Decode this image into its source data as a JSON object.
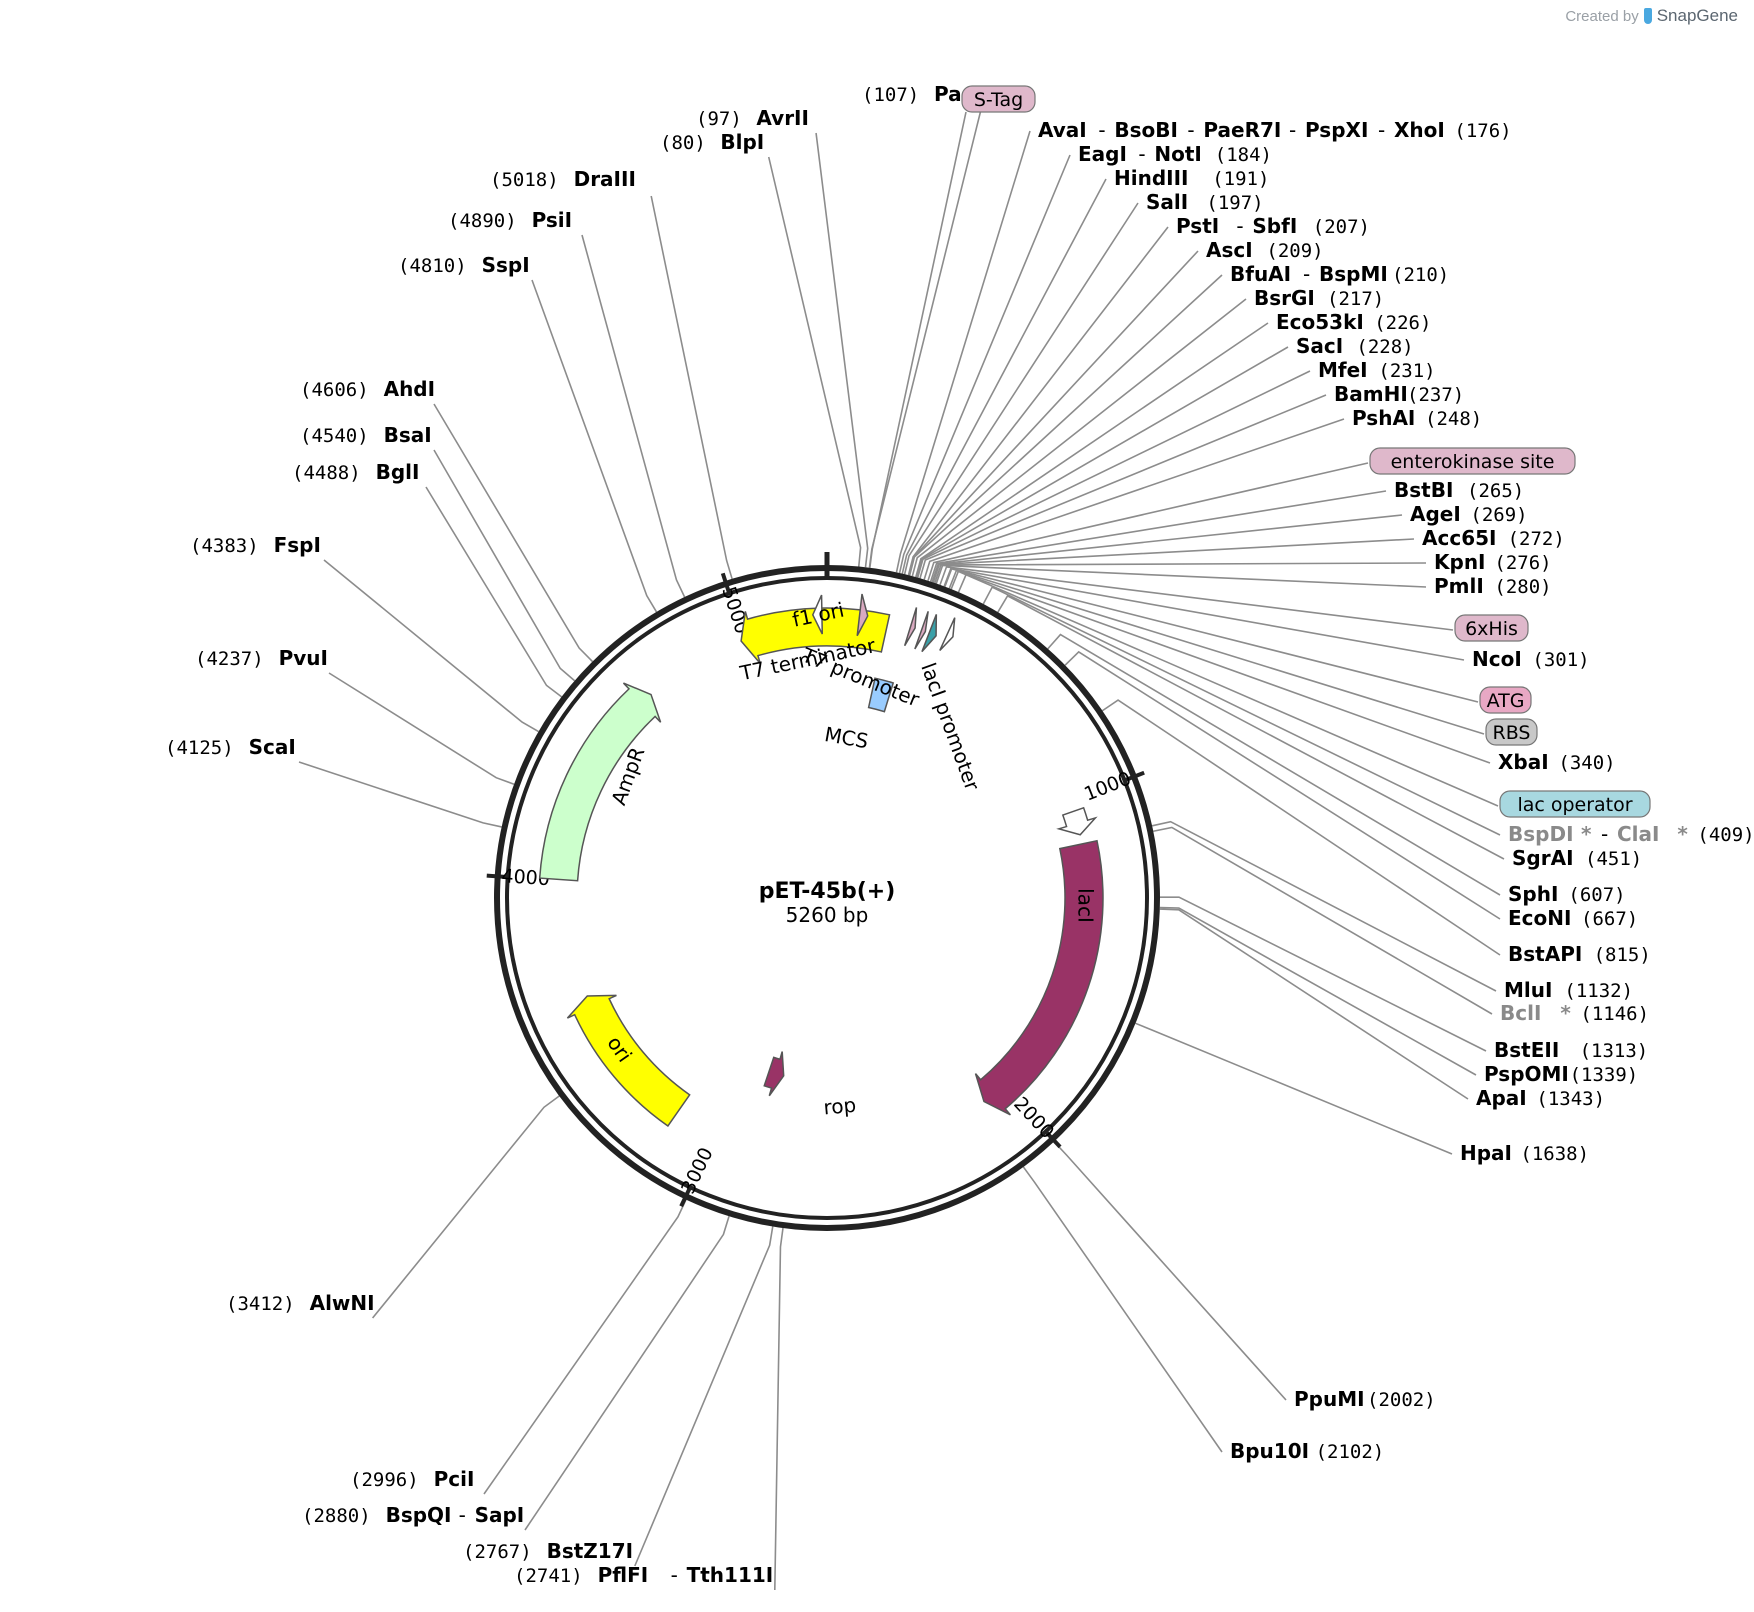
{
  "credit": {
    "prefix": "Created by",
    "brand": "SnapGene",
    "brand_icon": "snapgene-logo-icon"
  },
  "plasmid": {
    "name": "pET-45b(+)",
    "length_label": "5260 bp",
    "length_bp": 5260
  },
  "ticks": [
    "1000",
    "2000",
    "3000",
    "4000",
    "5000"
  ],
  "features": [
    {
      "name": "f1 ori",
      "start": 4990,
      "end": 5442,
      "strand": "rev",
      "color": "#ffff00"
    },
    {
      "name": "AmpR",
      "start": 4003,
      "end": 4663,
      "strand": "fwd",
      "color": "#ccffcc"
    },
    {
      "name": "ori",
      "start": 3140,
      "end": 3620,
      "strand": "fwd",
      "color": "#ffff00"
    },
    {
      "name": "rop",
      "start": 2830,
      "end": 2900,
      "strand": "rev",
      "color": "#993366"
    },
    {
      "name": "lacI",
      "start": 1140,
      "end": 2080,
      "strand": "fwd",
      "color": "#993366"
    },
    {
      "name": "lacI promoter",
      "start": 1032,
      "end": 1110,
      "strand": "fwd",
      "color": "#ffffff"
    },
    {
      "name": "T7 terminator",
      "start": 5218,
      "end": 5245,
      "strand": "rev",
      "color": "#ffffff"
    },
    {
      "name": "T7 promoter",
      "start": 358,
      "end": 376,
      "strand": "fwd",
      "color": "#ffffff"
    },
    {
      "name": "MCS",
      "start": 180,
      "end": 250,
      "strand": "none",
      "color": "#99ccff"
    },
    {
      "name": "S-Tag",
      "start": 96,
      "end": 120,
      "strand": "fwd",
      "color": "#d9a9c0"
    },
    {
      "name": "enterokinase site",
      "start": 250,
      "end": 264,
      "strand": "fwd",
      "color": "#d9a9c0"
    },
    {
      "name": "6xHis",
      "start": 284,
      "end": 296,
      "strand": "fwd",
      "color": "#d9a9c0"
    },
    {
      "name": "lac operator",
      "start": 308,
      "end": 330,
      "strand": "fwd",
      "color": "#3aa0a8"
    }
  ],
  "feature_labels": [
    {
      "name": "f1 ori",
      "text": "f1 ori"
    },
    {
      "name": "T7 terminator",
      "text": "T7 terminator"
    },
    {
      "name": "T7 promoter",
      "text": "T7 promoter"
    },
    {
      "name": "MCS",
      "text": "MCS"
    },
    {
      "name": "lacI promoter",
      "text": "lacI promoter"
    },
    {
      "name": "lacI",
      "text": "lacI"
    },
    {
      "name": "AmpR",
      "text": "AmpR"
    },
    {
      "name": "ori",
      "text": "ori"
    },
    {
      "name": "rop",
      "text": "rop"
    }
  ],
  "pill_labels": [
    {
      "text": "S-Tag",
      "color": "#dfb8cb",
      "pos": 108
    },
    {
      "text": "enterokinase site",
      "color": "#dfb8cb",
      "pos": 258
    },
    {
      "text": "6xHis",
      "color": "#dfb8cb",
      "pos": 290
    },
    {
      "text": "ATG",
      "color": "#e8a8c4",
      "pos": 303
    },
    {
      "text": "RBS",
      "color": "#c8c8c8",
      "pos": 315
    },
    {
      "text": "lac operator",
      "color": "#a8d8e0",
      "pos": 320
    }
  ],
  "sites": [
    {
      "parts": [
        {
          "t": "num",
          "v": "(107)"
        },
        {
          "t": "name",
          "v": "PacI"
        }
      ],
      "pos": 107
    },
    {
      "parts": [
        {
          "t": "num",
          "v": "(97)"
        },
        {
          "t": "name",
          "v": "AvrII"
        }
      ],
      "pos": 97
    },
    {
      "parts": [
        {
          "t": "num",
          "v": "(80)"
        },
        {
          "t": "name",
          "v": "BlpI"
        }
      ],
      "pos": 80
    },
    {
      "parts": [
        {
          "t": "num",
          "v": "(5018)"
        },
        {
          "t": "name",
          "v": "DraIII"
        }
      ],
      "pos": 5018
    },
    {
      "parts": [
        {
          "t": "num",
          "v": "(4890)"
        },
        {
          "t": "name",
          "v": "PsiI"
        }
      ],
      "pos": 4890
    },
    {
      "parts": [
        {
          "t": "num",
          "v": "(4810)"
        },
        {
          "t": "name",
          "v": "SspI"
        }
      ],
      "pos": 4810
    },
    {
      "parts": [
        {
          "t": "num",
          "v": "(4606)"
        },
        {
          "t": "name",
          "v": "AhdI"
        }
      ],
      "pos": 4606
    },
    {
      "parts": [
        {
          "t": "num",
          "v": "(4540)"
        },
        {
          "t": "name",
          "v": "BsaI"
        }
      ],
      "pos": 4540
    },
    {
      "parts": [
        {
          "t": "num",
          "v": "(4488)"
        },
        {
          "t": "name",
          "v": "BglI"
        }
      ],
      "pos": 4488
    },
    {
      "parts": [
        {
          "t": "num",
          "v": "(4383)"
        },
        {
          "t": "name",
          "v": "FspI"
        }
      ],
      "pos": 4383
    },
    {
      "parts": [
        {
          "t": "num",
          "v": "(4237)"
        },
        {
          "t": "name",
          "v": "PvuI"
        }
      ],
      "pos": 4237
    },
    {
      "parts": [
        {
          "t": "num",
          "v": "(4125)"
        },
        {
          "t": "name",
          "v": "ScaI"
        }
      ],
      "pos": 4125
    },
    {
      "parts": [
        {
          "t": "num",
          "v": "(3412)"
        },
        {
          "t": "name",
          "v": "AlwNI"
        }
      ],
      "pos": 3412
    },
    {
      "parts": [
        {
          "t": "num",
          "v": "(2996)"
        },
        {
          "t": "name",
          "v": "PciI"
        }
      ],
      "pos": 2996
    },
    {
      "parts": [
        {
          "t": "num",
          "v": "(2880)"
        },
        {
          "t": "name",
          "v": "BspQI"
        },
        {
          "t": "dash",
          "v": "-"
        },
        {
          "t": "name",
          "v": "SapI"
        }
      ],
      "pos": 2880
    },
    {
      "parts": [
        {
          "t": "num",
          "v": "(2767)"
        },
        {
          "t": "name",
          "v": "BstZ17I"
        }
      ],
      "pos": 2767
    },
    {
      "parts": [
        {
          "t": "num",
          "v": "(2741)"
        },
        {
          "t": "name",
          "v": "PflFI"
        },
        {
          "t": "dash",
          "v": "-"
        },
        {
          "t": "name",
          "v": "Tth111I"
        }
      ],
      "pos": 2741
    },
    {
      "parts": [
        {
          "t": "name",
          "v": "AvaI"
        },
        {
          "t": "dash",
          "v": "-"
        },
        {
          "t": "name",
          "v": "BsoBI"
        },
        {
          "t": "dash",
          "v": "-"
        },
        {
          "t": "name",
          "v": "PaeR7I"
        },
        {
          "t": "dash",
          "v": "-"
        },
        {
          "t": "name",
          "v": "PspXI"
        },
        {
          "t": "dash",
          "v": "-"
        },
        {
          "t": "name",
          "v": "XhoI"
        },
        {
          "t": "num",
          "v": "(176)"
        }
      ],
      "pos": 176
    },
    {
      "parts": [
        {
          "t": "name",
          "v": "EagI"
        },
        {
          "t": "dash",
          "v": "-"
        },
        {
          "t": "name",
          "v": "NotI"
        },
        {
          "t": "num",
          "v": "(184)"
        }
      ],
      "pos": 184
    },
    {
      "parts": [
        {
          "t": "name",
          "v": "HindIII"
        },
        {
          "t": "num",
          "v": "(191)"
        }
      ],
      "pos": 191
    },
    {
      "parts": [
        {
          "t": "name",
          "v": "SalI"
        },
        {
          "t": "num",
          "v": "(197)"
        }
      ],
      "pos": 197
    },
    {
      "parts": [
        {
          "t": "name",
          "v": "PstI"
        },
        {
          "t": "dash",
          "v": "-"
        },
        {
          "t": "name",
          "v": "SbfI"
        },
        {
          "t": "num",
          "v": "(207)"
        }
      ],
      "pos": 207
    },
    {
      "parts": [
        {
          "t": "name",
          "v": "AscI"
        },
        {
          "t": "num",
          "v": "(209)"
        }
      ],
      "pos": 209
    },
    {
      "parts": [
        {
          "t": "name",
          "v": "BfuAI"
        },
        {
          "t": "dash",
          "v": "-"
        },
        {
          "t": "name",
          "v": "BspMI"
        },
        {
          "t": "num",
          "v": "(210)"
        }
      ],
      "pos": 210
    },
    {
      "parts": [
        {
          "t": "name",
          "v": "BsrGI"
        },
        {
          "t": "num",
          "v": "(217)"
        }
      ],
      "pos": 217
    },
    {
      "parts": [
        {
          "t": "name",
          "v": "Eco53kI"
        },
        {
          "t": "num",
          "v": "(226)"
        }
      ],
      "pos": 226
    },
    {
      "parts": [
        {
          "t": "name",
          "v": "SacI"
        },
        {
          "t": "num",
          "v": "(228)"
        }
      ],
      "pos": 228
    },
    {
      "parts": [
        {
          "t": "name",
          "v": "MfeI"
        },
        {
          "t": "num",
          "v": "(231)"
        }
      ],
      "pos": 231
    },
    {
      "parts": [
        {
          "t": "name",
          "v": "BamHI"
        },
        {
          "t": "num",
          "v": "(237)"
        }
      ],
      "pos": 237
    },
    {
      "parts": [
        {
          "t": "name",
          "v": "PshAI"
        },
        {
          "t": "num",
          "v": "(248)"
        }
      ],
      "pos": 248
    },
    {
      "parts": [
        {
          "t": "name",
          "v": "BstBI"
        },
        {
          "t": "num",
          "v": "(265)"
        }
      ],
      "pos": 265
    },
    {
      "parts": [
        {
          "t": "name",
          "v": "AgeI"
        },
        {
          "t": "num",
          "v": "(269)"
        }
      ],
      "pos": 269
    },
    {
      "parts": [
        {
          "t": "name",
          "v": "Acc65I"
        },
        {
          "t": "num",
          "v": "(272)"
        }
      ],
      "pos": 272
    },
    {
      "parts": [
        {
          "t": "name",
          "v": "KpnI"
        },
        {
          "t": "num",
          "v": "(276)"
        }
      ],
      "pos": 276
    },
    {
      "parts": [
        {
          "t": "name",
          "v": "PmlI"
        },
        {
          "t": "num",
          "v": "(280)"
        }
      ],
      "pos": 280
    },
    {
      "parts": [
        {
          "t": "name",
          "v": "NcoI"
        },
        {
          "t": "num",
          "v": "(301)"
        }
      ],
      "pos": 301
    },
    {
      "parts": [
        {
          "t": "name",
          "v": "XbaI"
        },
        {
          "t": "num",
          "v": "(340)"
        }
      ],
      "pos": 340
    },
    {
      "parts": [
        {
          "t": "name",
          "v": "BspDI",
          "gray": true
        },
        {
          "t": "star",
          "v": "*",
          "gray": true
        },
        {
          "t": "dash",
          "v": "-"
        },
        {
          "t": "name",
          "v": "ClaI",
          "gray": true
        },
        {
          "t": "star",
          "v": "*",
          "gray": true
        },
        {
          "t": "num",
          "v": "(409)"
        }
      ],
      "pos": 409
    },
    {
      "parts": [
        {
          "t": "name",
          "v": "SgrAI"
        },
        {
          "t": "num",
          "v": "(451)"
        }
      ],
      "pos": 451
    },
    {
      "parts": [
        {
          "t": "name",
          "v": "SphI"
        },
        {
          "t": "num",
          "v": "(607)"
        }
      ],
      "pos": 607
    },
    {
      "parts": [
        {
          "t": "name",
          "v": "EcoNI"
        },
        {
          "t": "num",
          "v": "(667)"
        }
      ],
      "pos": 667
    },
    {
      "parts": [
        {
          "t": "name",
          "v": "BstAPI"
        },
        {
          "t": "num",
          "v": "(815)"
        }
      ],
      "pos": 815
    },
    {
      "parts": [
        {
          "t": "name",
          "v": "MluI"
        },
        {
          "t": "num",
          "v": "(1132)"
        }
      ],
      "pos": 1132
    },
    {
      "parts": [
        {
          "t": "name",
          "v": "BclI",
          "gray": true
        },
        {
          "t": "star",
          "v": "*",
          "gray": true
        },
        {
          "t": "num",
          "v": "(1146)"
        }
      ],
      "pos": 1146
    },
    {
      "parts": [
        {
          "t": "name",
          "v": "BstEII"
        },
        {
          "t": "num",
          "v": "(1313)"
        }
      ],
      "pos": 1313
    },
    {
      "parts": [
        {
          "t": "name",
          "v": "PspOMI"
        },
        {
          "t": "num",
          "v": "(1339)"
        }
      ],
      "pos": 1339
    },
    {
      "parts": [
        {
          "t": "name",
          "v": "ApaI"
        },
        {
          "t": "num",
          "v": "(1343)"
        }
      ],
      "pos": 1343
    },
    {
      "parts": [
        {
          "t": "name",
          "v": "HpaI"
        },
        {
          "t": "num",
          "v": "(1638)"
        }
      ],
      "pos": 1638
    },
    {
      "parts": [
        {
          "t": "name",
          "v": "PpuMI"
        },
        {
          "t": "num",
          "v": "(2002)"
        }
      ],
      "pos": 2002
    },
    {
      "parts": [
        {
          "t": "name",
          "v": "Bpu10I"
        },
        {
          "t": "num",
          "v": "(2102)"
        }
      ],
      "pos": 2102
    }
  ]
}
